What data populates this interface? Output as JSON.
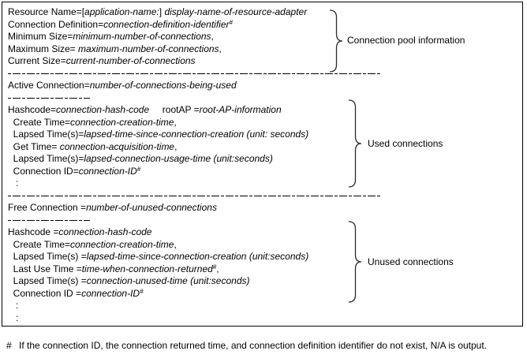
{
  "colors": {
    "text": "#000000",
    "border": "#000000",
    "background": "#ffffff"
  },
  "box": {
    "lines": [
      {
        "type": "text",
        "segments": [
          {
            "t": "Resource Name=[",
            "style": "plain"
          },
          {
            "t": "application-name:",
            "style": "var"
          },
          {
            "t": "] ",
            "style": "plain"
          },
          {
            "t": "display-name-of-resource-adapter",
            "style": "var"
          }
        ]
      },
      {
        "type": "text",
        "segments": [
          {
            "t": "Connection Definition=",
            "style": "plain"
          },
          {
            "t": "connection-definition-identifier",
            "style": "var"
          },
          {
            "t": "#",
            "style": "sup"
          }
        ]
      },
      {
        "type": "text",
        "segments": [
          {
            "t": "Minimum Size=",
            "style": "plain"
          },
          {
            "t": "minimum-number-of-connections",
            "style": "var"
          },
          {
            "t": ",",
            "style": "plain"
          }
        ]
      },
      {
        "type": "text",
        "segments": [
          {
            "t": "Maximum Size= ",
            "style": "plain"
          },
          {
            "t": "maximum-number-of-connections",
            "style": "var"
          },
          {
            "t": ",",
            "style": "plain"
          }
        ]
      },
      {
        "type": "text",
        "segments": [
          {
            "t": "Current Size=",
            "style": "plain"
          },
          {
            "t": "current-number-of-connections",
            "style": "var"
          }
        ]
      },
      {
        "type": "sep",
        "size": "long"
      },
      {
        "type": "text",
        "segments": [
          {
            "t": "Active Connection=",
            "style": "plain"
          },
          {
            "t": "number-of-connections-being-used",
            "style": "var"
          }
        ]
      },
      {
        "type": "sep",
        "size": "short"
      },
      {
        "type": "text",
        "segments": [
          {
            "t": "Hashcode=",
            "style": "plain"
          },
          {
            "t": "connection-hash-code",
            "style": "var"
          },
          {
            "t": "     rootAP =",
            "style": "plain"
          },
          {
            "t": "root-AP-information",
            "style": "var"
          }
        ]
      },
      {
        "type": "text",
        "segments": [
          {
            "t": "  Create Time=",
            "style": "plain"
          },
          {
            "t": "connection-creation-time",
            "style": "var"
          },
          {
            "t": ",",
            "style": "plain"
          }
        ]
      },
      {
        "type": "text",
        "segments": [
          {
            "t": "  Lapsed Time(s)=",
            "style": "plain"
          },
          {
            "t": "lapsed-time-since-connection-creation (unit: seconds)",
            "style": "var"
          }
        ]
      },
      {
        "type": "text",
        "segments": [
          {
            "t": "  Get Time= ",
            "style": "plain"
          },
          {
            "t": "connection-acquisition-time",
            "style": "var"
          },
          {
            "t": ",",
            "style": "plain"
          }
        ]
      },
      {
        "type": "text",
        "segments": [
          {
            "t": "  Lapsed Time(s)=",
            "style": "plain"
          },
          {
            "t": "lapsed-connection-usage-time (unit:seconds)",
            "style": "var"
          }
        ]
      },
      {
        "type": "text",
        "segments": [
          {
            "t": "  Connection ID=",
            "style": "plain"
          },
          {
            "t": "connection-ID",
            "style": "var"
          },
          {
            "t": "#",
            "style": "sup"
          }
        ]
      },
      {
        "type": "text",
        "segments": [
          {
            "t": "   :",
            "style": "plain"
          }
        ]
      },
      {
        "type": "sep",
        "size": "long"
      },
      {
        "type": "text",
        "segments": [
          {
            "t": "Free Connection =",
            "style": "plain"
          },
          {
            "t": "number-of-unused-connections",
            "style": "var"
          }
        ]
      },
      {
        "type": "sep",
        "size": "short"
      },
      {
        "type": "text",
        "segments": [
          {
            "t": "Hashcode =",
            "style": "plain"
          },
          {
            "t": "connection-hash-code",
            "style": "var"
          }
        ]
      },
      {
        "type": "text",
        "segments": [
          {
            "t": "  Create Time=",
            "style": "plain"
          },
          {
            "t": "connection-creation-time",
            "style": "var"
          },
          {
            "t": ",",
            "style": "plain"
          }
        ]
      },
      {
        "type": "text",
        "segments": [
          {
            "t": "  Lapsed Time(s) =",
            "style": "plain"
          },
          {
            "t": "lapsed-time-since-connection-creation (unit:seconds)",
            "style": "var"
          }
        ]
      },
      {
        "type": "text",
        "segments": [
          {
            "t": "  Last Use Time =",
            "style": "plain"
          },
          {
            "t": "time-when-connection-returned",
            "style": "var"
          },
          {
            "t": "#",
            "style": "sup"
          },
          {
            "t": ",",
            "style": "plain"
          }
        ]
      },
      {
        "type": "text",
        "segments": [
          {
            "t": "  Lapsed Time(s) =",
            "style": "plain"
          },
          {
            "t": "connection-unused-time (unit:seconds)",
            "style": "var"
          }
        ]
      },
      {
        "type": "text",
        "segments": [
          {
            "t": "  Connection ID =",
            "style": "plain"
          },
          {
            "t": "connection-ID",
            "style": "var"
          },
          {
            "t": "#",
            "style": "sup"
          }
        ]
      },
      {
        "type": "text",
        "segments": [
          {
            "t": "   :",
            "style": "plain"
          }
        ]
      },
      {
        "type": "text",
        "segments": [
          {
            "t": "   :",
            "style": "plain"
          }
        ]
      }
    ]
  },
  "annotations": [
    {
      "label": "Connection pool information"
    },
    {
      "label": "Used connections"
    },
    {
      "label": "Unused connections"
    }
  ],
  "footnote": {
    "marker": "#",
    "text": "If the connection ID, the connection returned time, and connection definition identifier do not exist, N/A is output."
  }
}
